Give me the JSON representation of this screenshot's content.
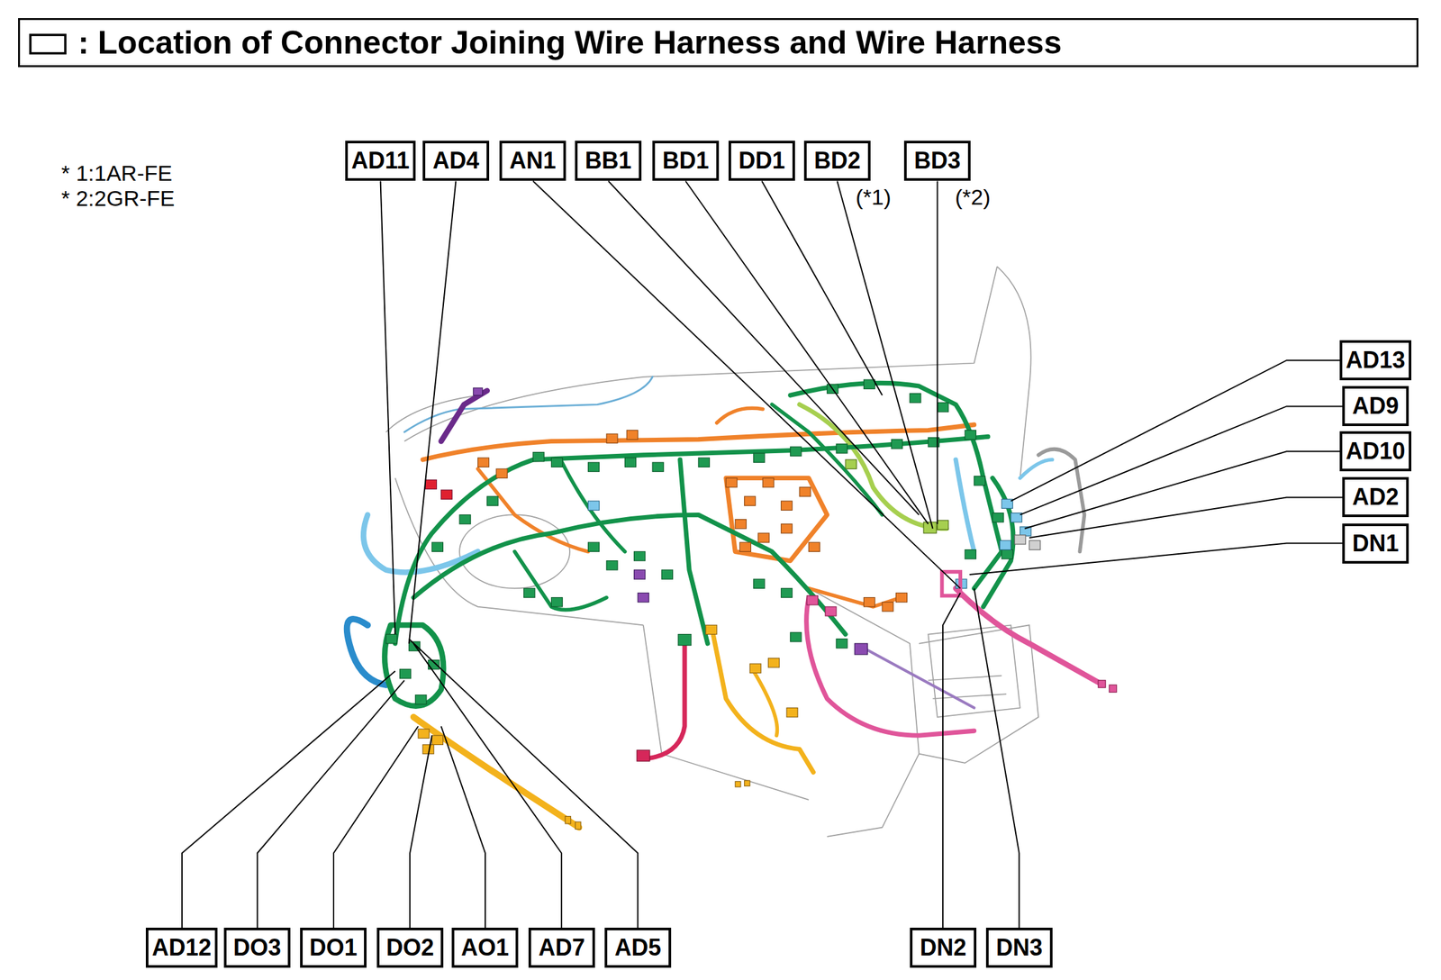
{
  "diagram": {
    "title": ": Location of Connector Joining Wire Harness and Wire Harness",
    "nodes": [
      {
        "text": [
          "AD11"
        ]
      },
      {
        "text": [
          "AD4"
        ]
      },
      {
        "text": [
          "AN1"
        ]
      },
      {
        "text": [
          "BB1"
        ]
      },
      {
        "text": [
          "BD1"
        ]
      },
      {
        "text": [
          "DD1"
        ]
      },
      {
        "text": [
          "BD2"
        ]
      },
      {
        "text": [
          "BD3"
        ]
      },
      {
        "text": [
          "AD13"
        ]
      },
      {
        "text": [
          "AD9"
        ]
      },
      {
        "text": [
          "AD10"
        ]
      },
      {
        "text": [
          "AD2"
        ]
      },
      {
        "text": [
          "DN1"
        ]
      },
      {
        "text": [
          "AD12"
        ]
      },
      {
        "text": [
          "DO3"
        ]
      },
      {
        "text": [
          "DO1"
        ]
      },
      {
        "text": [
          "DO2"
        ]
      },
      {
        "text": [
          "AO1"
        ]
      },
      {
        "text": [
          "AD7"
        ]
      },
      {
        "text": [
          "AD5"
        ]
      },
      {
        "text": [
          "DN2"
        ]
      },
      {
        "text": [
          "DN3"
        ]
      }
    ],
    "labels": [
      "* 1:1AR-FE",
      "* 2:2GR-FE",
      "(*1)",
      "(*2)"
    ]
  }
}
